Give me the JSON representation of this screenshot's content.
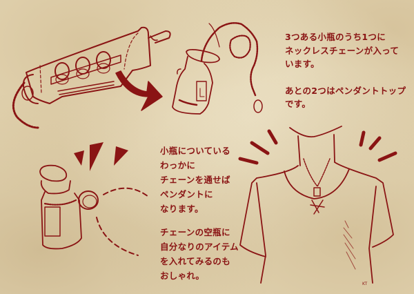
{
  "colors": {
    "ink": "#8a1414",
    "paper": "#e6d9b8"
  },
  "notes": {
    "top": {
      "lines": [
        "3つある小瓶のうち1つに",
        "ネックレスチェーンが入って",
        "います。"
      ],
      "lines2": [
        "あとの2つはペンダントトップ",
        "です。"
      ]
    },
    "middle": {
      "lines": [
        "小瓶についている",
        "わっかに",
        "チェーンを通せば",
        "ペンダントに",
        "なります。"
      ]
    },
    "bottom": {
      "lines": [
        "チェーンの空瓶に",
        "自分なりのアイテム",
        "を入れてみるのも",
        "おしゃれ。"
      ]
    }
  },
  "illustrations": {
    "case": "leather-case-with-three-vials",
    "arrow": "curved-arrow",
    "vial_with_chain": "vial-with-necklace-chain",
    "vial_with_ring": "corked-vial-with-ring",
    "wearer": "shirt-with-pendant"
  },
  "signature": "KT"
}
